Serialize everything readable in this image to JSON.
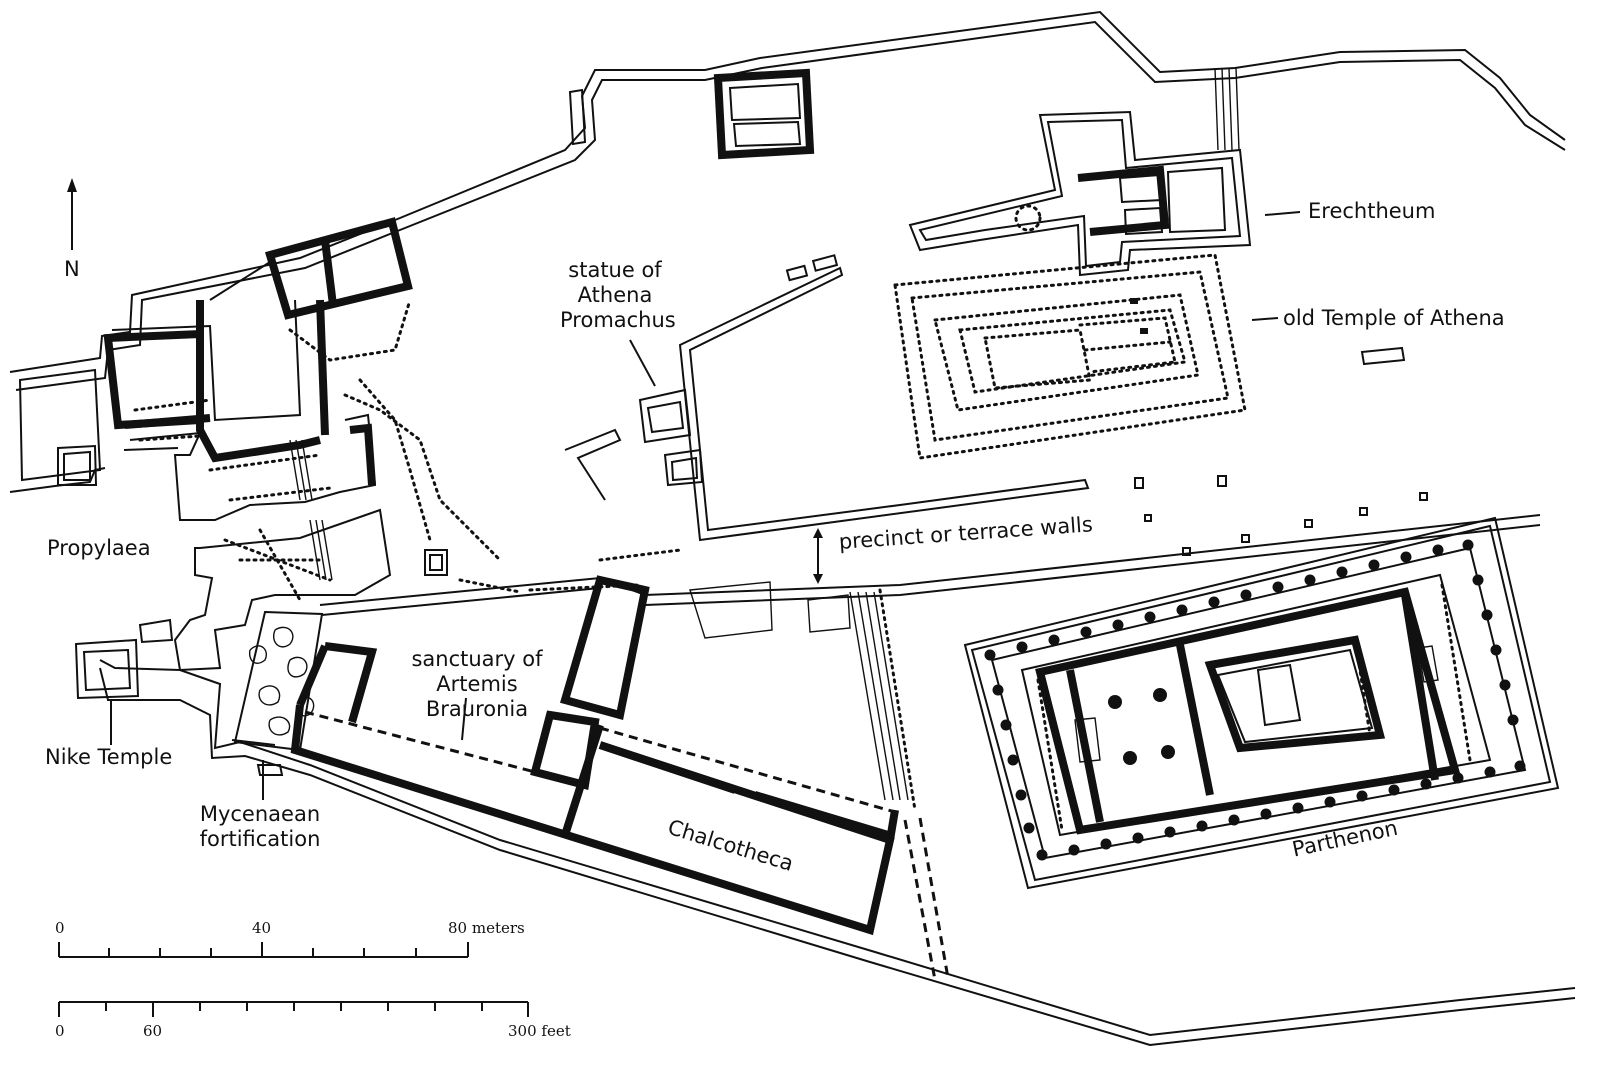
{
  "north_label": "N",
  "labels": {
    "statue": "statue of\nAthena\nPromachus",
    "erechtheum": "Erechtheum",
    "old_temple": "old Temple of Athena",
    "propylaea": "Propylaea",
    "precinct": "precinct or terrace walls",
    "sanctuary": "sanctuary of\nArtemis Brauronia",
    "nike": "Nike Temple",
    "mycenaean": "Mycenaean\nfortification",
    "chalcotheca": "Chalcotheca",
    "parthenon": "Parthenon"
  },
  "scale_meters": {
    "ticks": [
      "0",
      "40",
      "80 meters"
    ]
  },
  "scale_feet": {
    "ticks": [
      "0",
      "60",
      "300 feet"
    ]
  }
}
